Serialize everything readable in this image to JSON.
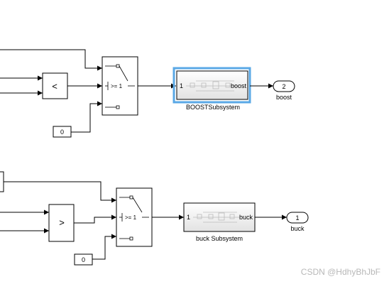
{
  "diagram": {
    "upper": {
      "compare_op": "<",
      "switch_threshold": ">= 1",
      "const_value": "0",
      "subsystem_inport": "1",
      "subsystem_outport": "boost",
      "subsystem_name": "BOOSTSubsystem",
      "outport_number": "2",
      "outport_name": "boost"
    },
    "lower": {
      "compare_op": ">",
      "switch_threshold": ">= 1",
      "const_value": "0",
      "subsystem_inport": "1",
      "subsystem_outport": "buck",
      "subsystem_name": "buck Subsystem",
      "outport_number": "1",
      "outport_name": "buck"
    }
  },
  "colors": {
    "line": "#000000",
    "selection": "#5aa8e6",
    "subsystem_fill_top": "#ffffff",
    "subsystem_fill_bottom": "#e2e2e2",
    "watermark": "#b8b8b8"
  },
  "watermark": "CSDN @HdhyBhJbF"
}
